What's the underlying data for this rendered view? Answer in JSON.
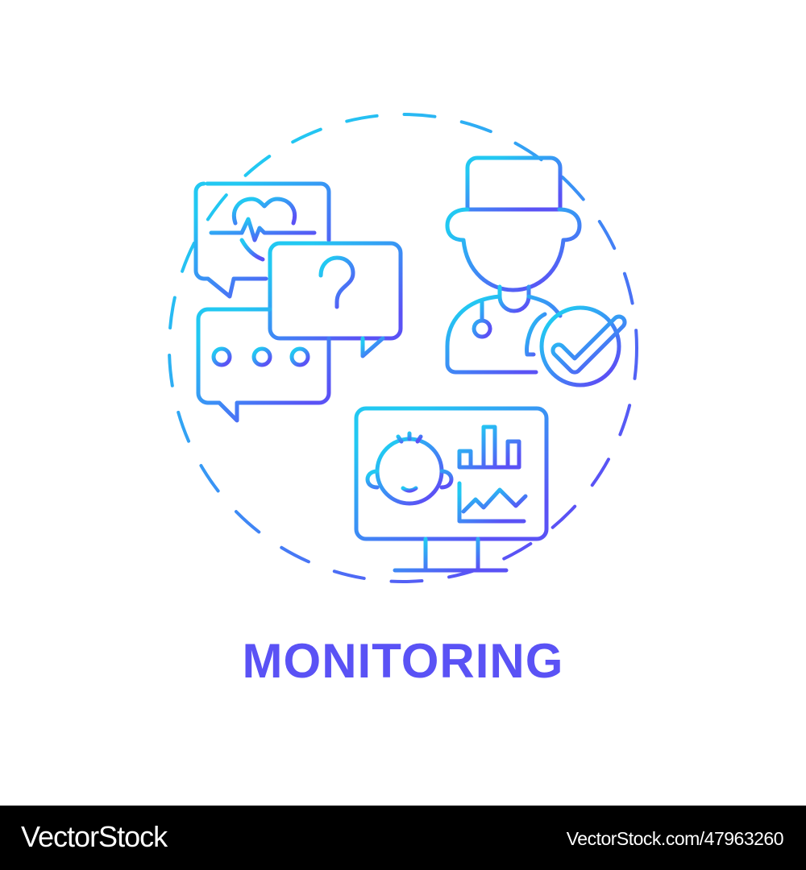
{
  "illustration": {
    "title": "MONITORING",
    "colors": {
      "gradient_start": "#22c8f2",
      "gradient_mid": "#3b8ff5",
      "gradient_end": "#5a52f5",
      "title": "#5a52f5",
      "background": "#ffffff"
    },
    "icons": [
      "dashed-circle-border",
      "heart-pulse-speech-bubble-icon",
      "question-speech-bubble-icon",
      "typing-dots-speech-bubble-icon",
      "doctor-with-stethoscope-icon",
      "check-badge-icon",
      "monitor-with-baby-and-charts-icon"
    ]
  },
  "footer": {
    "brand": "VectorStock",
    "reference": "VectorStock.com/47963260"
  }
}
